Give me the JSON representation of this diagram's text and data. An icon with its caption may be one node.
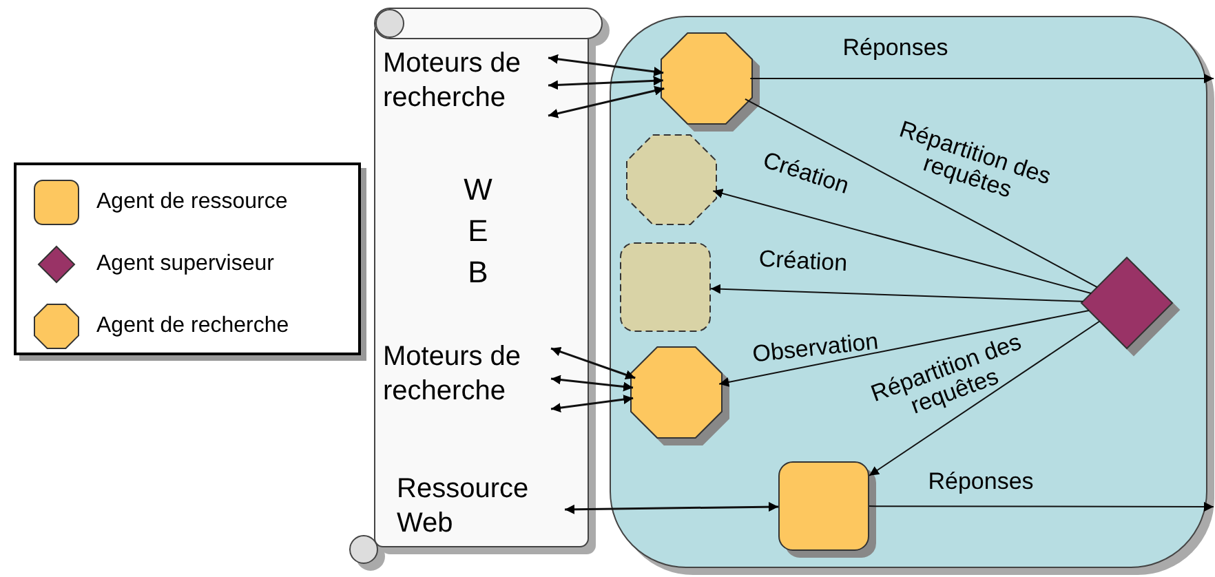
{
  "diagram": {
    "nodes": [
      {
        "text": [
          "W E B"
        ]
      },
      {
        "text": [
          "Moteurs de recherche"
        ],
        "in": 0
      },
      {
        "text": [
          "Moteurs de recherche"
        ],
        "in": 0
      },
      {
        "text": [
          "Ressource Web"
        ],
        "in": 0
      },
      {
        "text": [],
        "shape": "box"
      },
      {
        "text": [],
        "shape": "octagon",
        "in": 4
      },
      {
        "text": [],
        "shape": "octagon",
        "in": 4
      },
      {
        "text": [],
        "shape": "box",
        "in": 4
      },
      {
        "text": [],
        "shape": "diamond",
        "in": 4
      },
      {
        "text": [],
        "shape": "octagon",
        "in": 4
      },
      {
        "text": [],
        "shape": "box",
        "in": 4
      }
    ],
    "edges": [
      {
        "from": 5,
        "to": 1,
        "arrow": "both"
      },
      {
        "from": 5,
        "to": 1,
        "arrow": "both"
      },
      {
        "from": 5,
        "to": 1,
        "arrow": "both"
      },
      {
        "from": 8,
        "to": 5,
        "arrow": "none",
        "label": "Répartition des requêtes"
      },
      {
        "from": 8,
        "to": 6,
        "arrow": "to",
        "label": "Création"
      },
      {
        "from": 8,
        "to": 7,
        "arrow": "to",
        "label": "Création"
      },
      {
        "from": 8,
        "to": 9,
        "arrow": "to",
        "label": "Observation"
      },
      {
        "from": 8,
        "to": 10,
        "arrow": "to",
        "label": "Répartition des requêtes"
      },
      {
        "from": 9,
        "to": 2,
        "arrow": "both"
      },
      {
        "from": 9,
        "to": 2,
        "arrow": "both"
      },
      {
        "from": 9,
        "to": 2,
        "arrow": "both"
      },
      {
        "from": 3,
        "to": 10,
        "arrow": "both"
      },
      {
        "from": 5,
        "to": null,
        "arrow": "to",
        "label": "Réponses"
      },
      {
        "from": 10,
        "to": null,
        "arrow": "to",
        "label": "Réponses"
      }
    ],
    "legend": [
      {
        "text": "Agent de ressource"
      },
      {
        "text": "Agent superviseur"
      },
      {
        "text": "Agent de recherche"
      }
    ]
  }
}
